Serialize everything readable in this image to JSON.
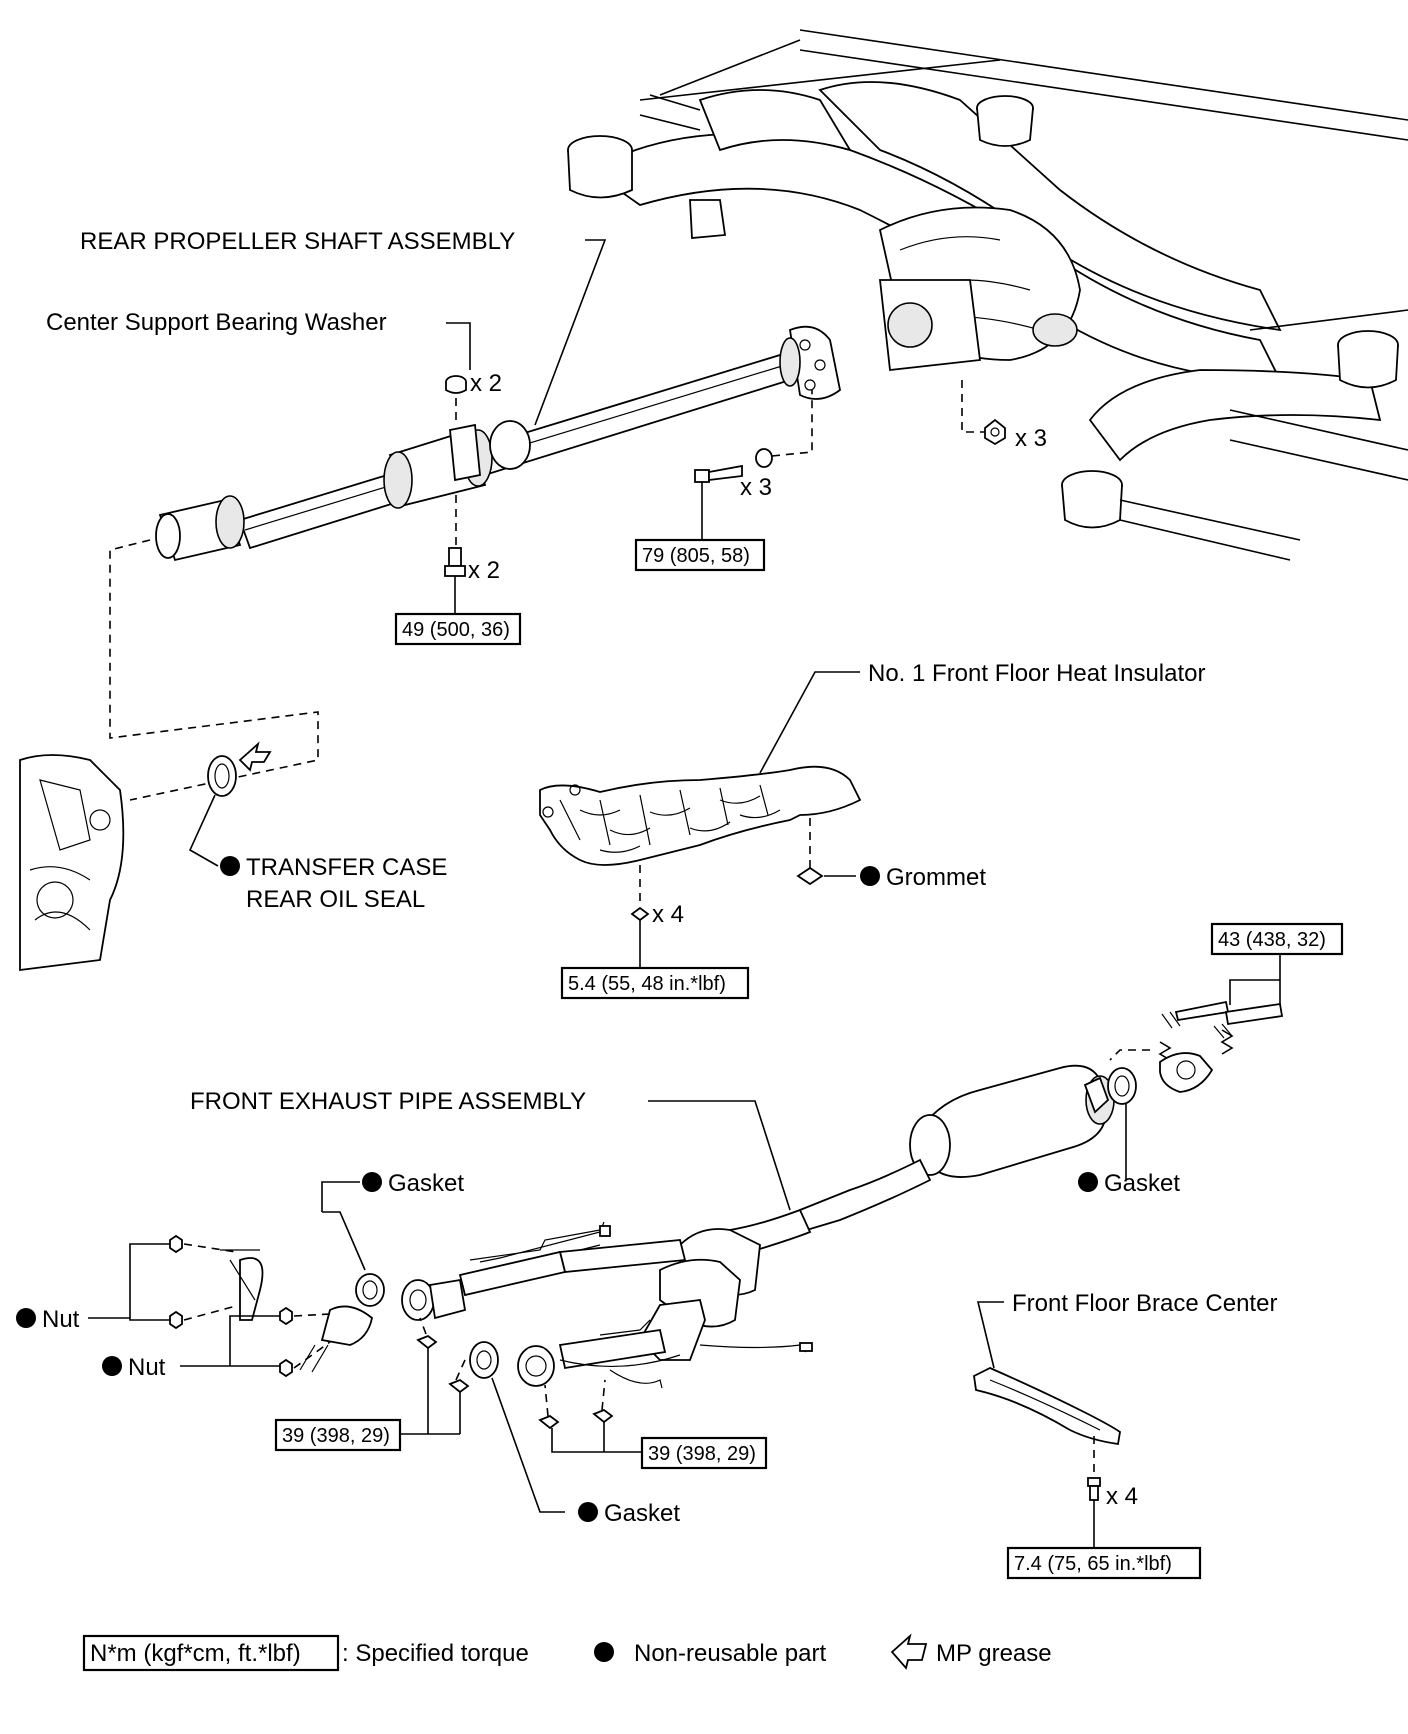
{
  "labels": {
    "rear_shaft": "REAR PROPELLER SHAFT ASSEMBLY",
    "washer": "Center Support Bearing Washer",
    "washer_qty": "x 2",
    "bolt_center_qty": "x 2",
    "flange_bolt_qty": "x 3",
    "nut_qty": "x 3",
    "torque_center": "49 (500, 36)",
    "torque_flange": "79 (805, 58)",
    "heat_insulator": "No. 1 Front Floor Heat Insulator",
    "transfer_seal_line1": "TRANSFER CASE",
    "transfer_seal_line2": "REAR OIL SEAL",
    "grommet": "Grommet",
    "insulator_qty": "x 4",
    "torque_insulator": "5.4 (55, 48 in.*lbf)",
    "torque_rear_flange": "43 (438, 32)",
    "front_pipe": "FRONT EXHAUST PIPE ASSEMBLY",
    "gasket_top_left": "Gasket",
    "gasket_right": "Gasket",
    "gasket_bottom": "Gasket",
    "nut_1": "Nut",
    "nut_2": "Nut",
    "torque_pipe_left": "39 (398, 29)",
    "torque_pipe_mid": "39 (398, 29)",
    "brace": "Front Floor Brace Center",
    "brace_qty": "x 4",
    "torque_brace": "7.4 (75, 65 in.*lbf)"
  },
  "legend": {
    "torque_unit": "N*m (kgf*cm, ft.*lbf)",
    "torque_desc": ": Specified torque",
    "nonreusable": "Non-reusable part",
    "grease": "MP grease"
  }
}
